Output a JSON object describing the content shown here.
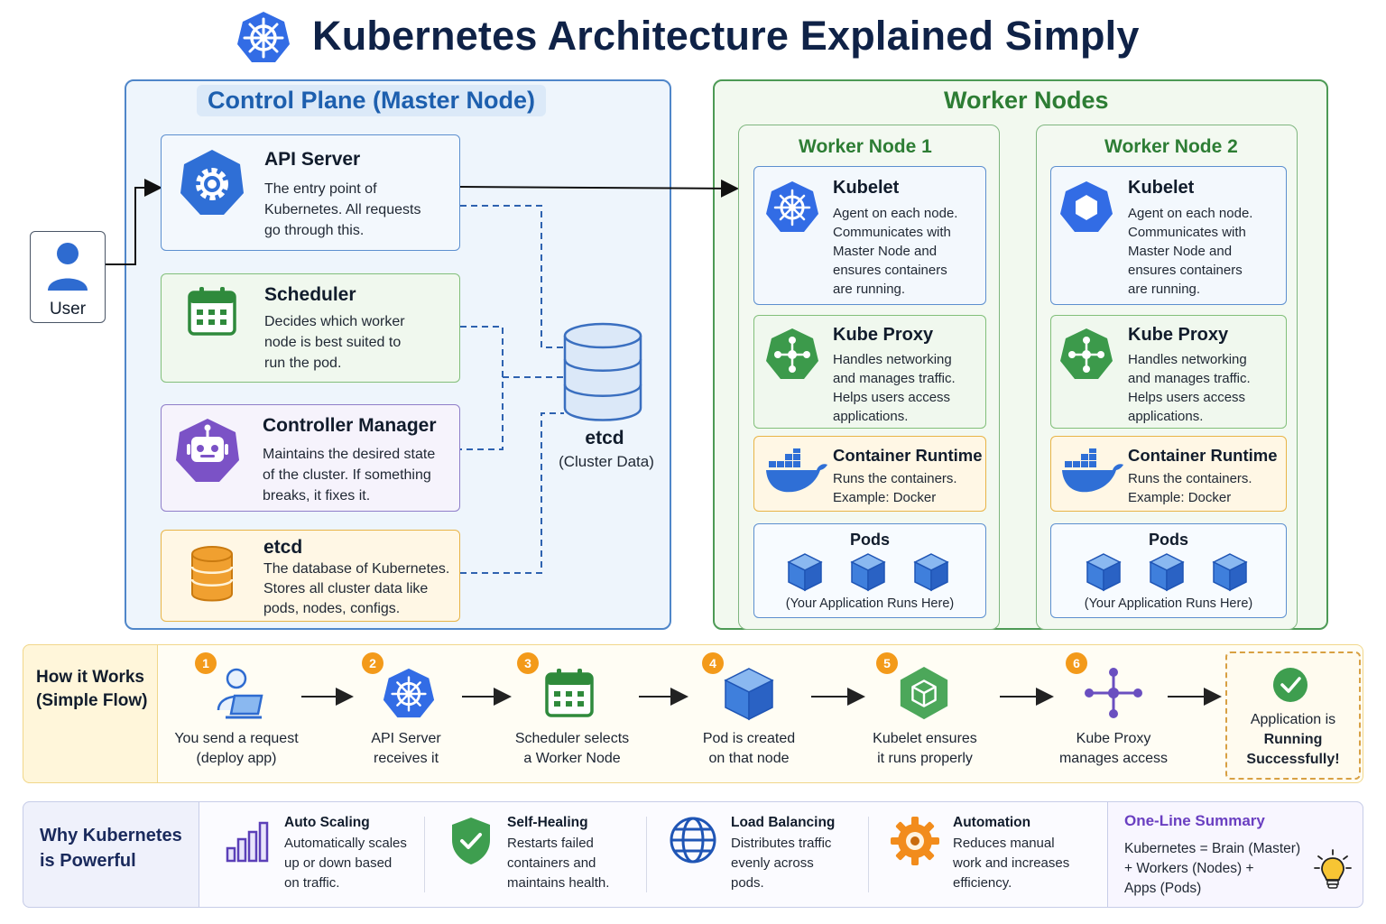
{
  "title": "Kubernetes Architecture Explained Simply",
  "user": {
    "label": "User"
  },
  "control_plane": {
    "title": "Control Plane (Master Node)",
    "api_server": {
      "title": "API Server",
      "lines": [
        "The entry point of",
        "Kubernetes. All requests",
        "go through this."
      ]
    },
    "scheduler": {
      "title": "Scheduler",
      "lines": [
        "Decides which worker",
        "node is best suited to",
        "run the pod."
      ]
    },
    "controller_manager": {
      "title": "Controller Manager",
      "lines": [
        "Maintains the desired state",
        "of the cluster. If something",
        "breaks, it fixes it."
      ]
    },
    "etcd": {
      "title": "etcd",
      "lines": [
        "The database of Kubernetes.",
        "Stores all cluster data like",
        "pods, nodes, configs."
      ]
    },
    "etcd_store": {
      "label": "etcd",
      "sublabel": "(Cluster Data)"
    }
  },
  "workers": {
    "title": "Worker Nodes",
    "nodes": [
      {
        "title": "Worker Node 1",
        "kubelet": {
          "title": "Kubelet",
          "lines": [
            "Agent on each node.",
            "Communicates with",
            "Master Node and",
            "ensures containers",
            "are running."
          ]
        },
        "kube_proxy": {
          "title": "Kube Proxy",
          "lines": [
            "Handles networking",
            "and manages traffic.",
            "Helps users access",
            "applications."
          ]
        },
        "runtime": {
          "title": "Container Runtime",
          "lines": [
            "Runs the containers.",
            "Example: Docker"
          ]
        },
        "pods": {
          "title": "Pods",
          "note": "(Your Application Runs Here)"
        }
      },
      {
        "title": "Worker Node 2",
        "kubelet": {
          "title": "Kubelet",
          "lines": [
            "Agent on each node.",
            "Communicates with",
            "Master Node and",
            "ensures containers",
            "are running."
          ]
        },
        "kube_proxy": {
          "title": "Kube Proxy",
          "lines": [
            "Handles networking",
            "and manages traffic.",
            "Helps users access",
            "applications."
          ]
        },
        "runtime": {
          "title": "Container Runtime",
          "lines": [
            "Runs the containers.",
            "Example: Docker"
          ]
        },
        "pods": {
          "title": "Pods",
          "note": "(Your Application Runs Here)"
        }
      }
    ]
  },
  "flow": {
    "heading": [
      "How it Works",
      "(Simple Flow)"
    ],
    "steps": [
      {
        "num": "1",
        "icon": "user-laptop-icon",
        "lines": [
          "You send a request",
          "(deploy app)"
        ]
      },
      {
        "num": "2",
        "icon": "helm-wheel-icon",
        "lines": [
          "API Server",
          "receives it"
        ]
      },
      {
        "num": "3",
        "icon": "calendar-icon",
        "lines": [
          "Scheduler selects",
          "a Worker Node"
        ]
      },
      {
        "num": "4",
        "icon": "cube-icon",
        "lines": [
          "Pod is created",
          "on that node"
        ]
      },
      {
        "num": "5",
        "icon": "hexagon-cube-icon",
        "lines": [
          "Kubelet ensures",
          "it runs properly"
        ]
      },
      {
        "num": "6",
        "icon": "network-icon",
        "lines": [
          "Kube Proxy",
          "manages access"
        ]
      }
    ],
    "final": [
      "Application is",
      "Running",
      "Successfully!"
    ]
  },
  "why": {
    "heading": [
      "Why Kubernetes",
      "is Powerful"
    ],
    "items": [
      {
        "title": "Auto Scaling",
        "icon": "bar-chart-icon",
        "lines": [
          "Automatically scales",
          "up or down based",
          "on traffic."
        ]
      },
      {
        "title": "Self-Healing",
        "icon": "shield-check-icon",
        "lines": [
          "Restarts failed",
          "containers and",
          "maintains health."
        ]
      },
      {
        "title": "Load Balancing",
        "icon": "globe-icon",
        "lines": [
          "Distributes traffic",
          "evenly across",
          "pods."
        ]
      },
      {
        "title": "Automation",
        "icon": "gear-icon",
        "lines": [
          "Reduces manual",
          "work and increases",
          "efficiency."
        ]
      }
    ],
    "summary": {
      "title": "One-Line Summary",
      "lines": [
        "Kubernetes = Brain (Master)",
        "+ Workers (Nodes) +",
        "Apps (Pods)"
      ]
    }
  },
  "colors": {
    "title": "#0f2247",
    "control_plane": "#1d5fae",
    "worker": "#2d7d34",
    "kube_blue": "#326ce5",
    "step_badge": "#f39a1a",
    "summary": "#6a3fc1"
  }
}
